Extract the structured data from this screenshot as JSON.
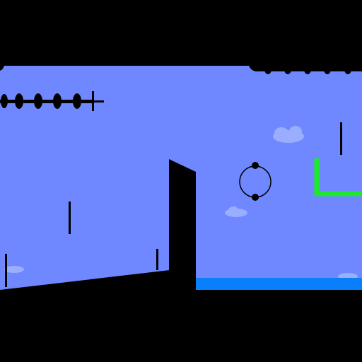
{
  "game": {
    "colors": {
      "sky": "#7088ff",
      "cloud": "#9aaeff",
      "solid": "#000000",
      "water": "#0a7ffc",
      "goal": "#1ee82b"
    },
    "objects": {
      "spiked_ceiling_left": "spike-chain",
      "spiked_ceiling_right": "spike-chain",
      "rotating_ring": "ring-hazard",
      "goal_cup": "u-container",
      "water_pool": "water",
      "ramp_platform": "ramp",
      "wall_pillar": "pillar"
    }
  }
}
